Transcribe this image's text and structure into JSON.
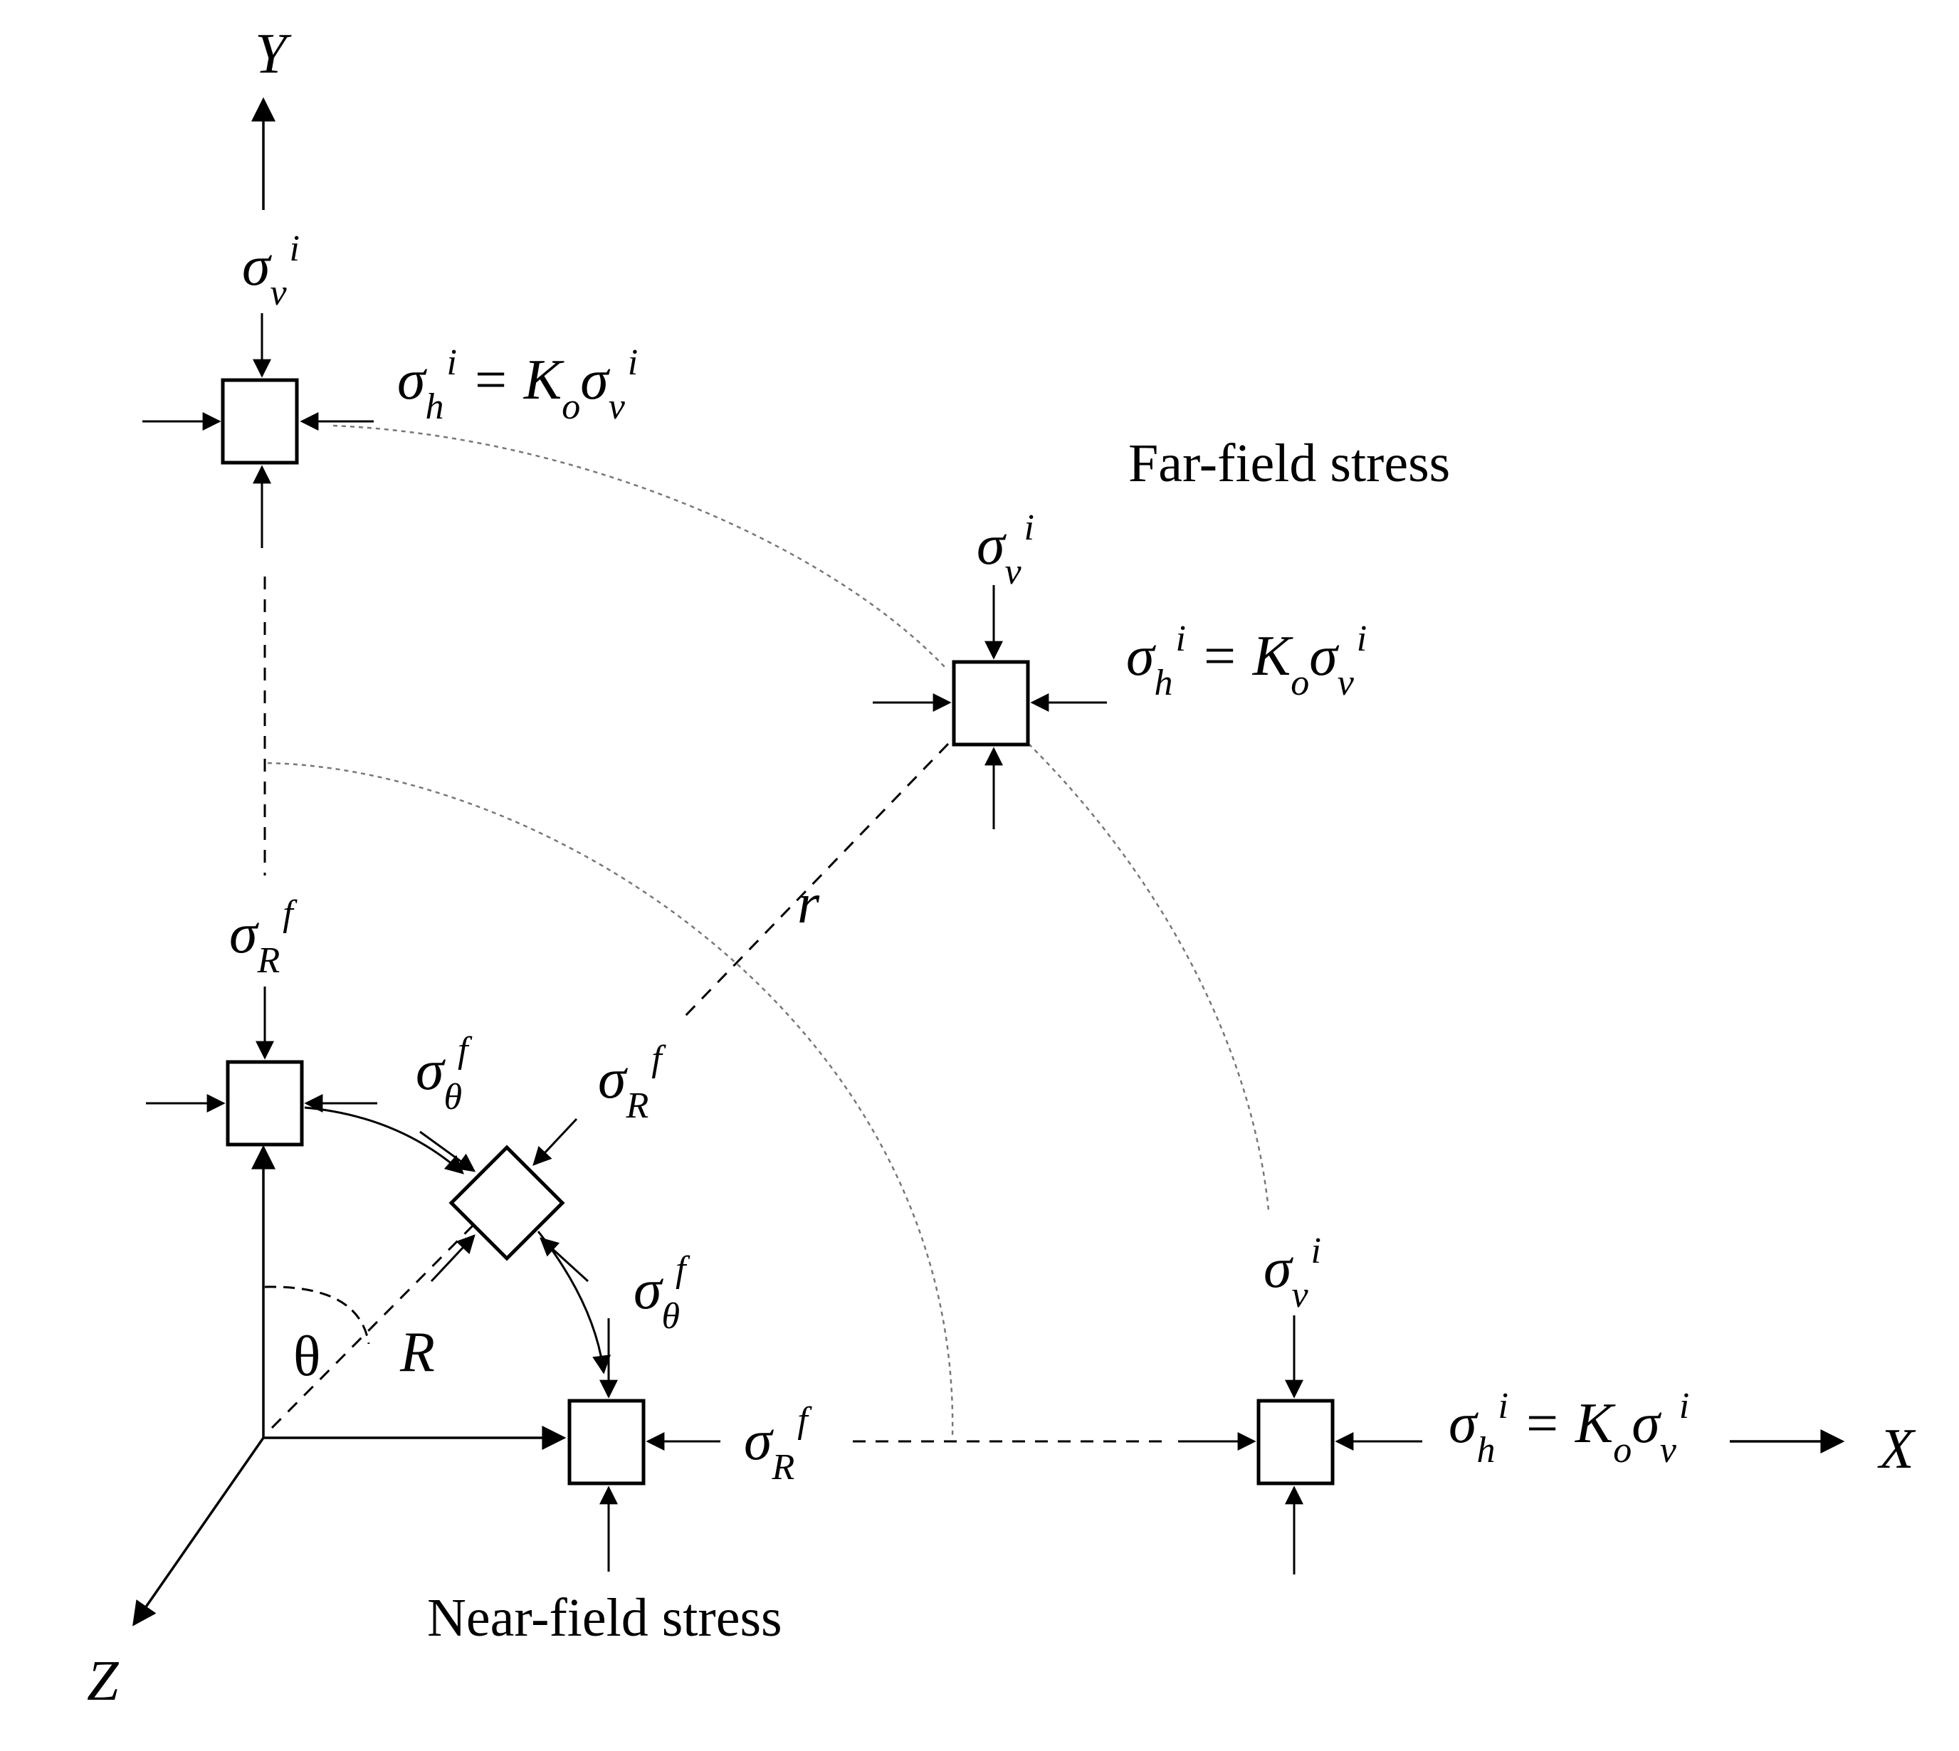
{
  "axes": {
    "x": "X",
    "y": "Y",
    "z": "Z"
  },
  "labels": {
    "far_field": "Far-field stress",
    "near_field": "Near-field stress",
    "theta": "θ",
    "R": "R",
    "r": "r"
  },
  "symbols": {
    "sigma": "σ",
    "K": "K",
    "o": "o",
    "v": "v",
    "h": "h",
    "R": "R",
    "theta": "θ",
    "i": "i",
    "f": "f",
    "eq": " = "
  },
  "colors": {
    "line": "#000000",
    "guide": "#777777",
    "background": "#ffffff"
  }
}
